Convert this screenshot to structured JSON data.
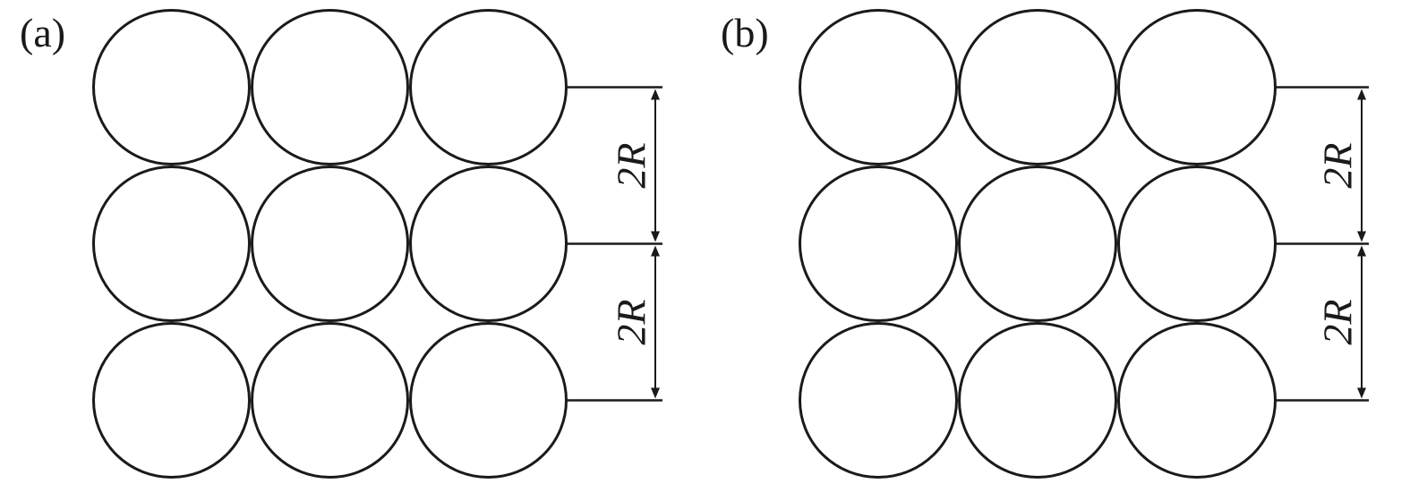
{
  "panels": [
    {
      "label": "(a)",
      "grid": {
        "rows": 3,
        "cols": 3
      },
      "dimensions": [
        "2R",
        "2R"
      ]
    },
    {
      "label": "(b)",
      "grid": {
        "rows": 3,
        "cols": 3
      },
      "dimensions": [
        "2R",
        "2R"
      ]
    }
  ],
  "colors": {
    "stroke": "#1a1a1a",
    "background": "#ffffff"
  }
}
